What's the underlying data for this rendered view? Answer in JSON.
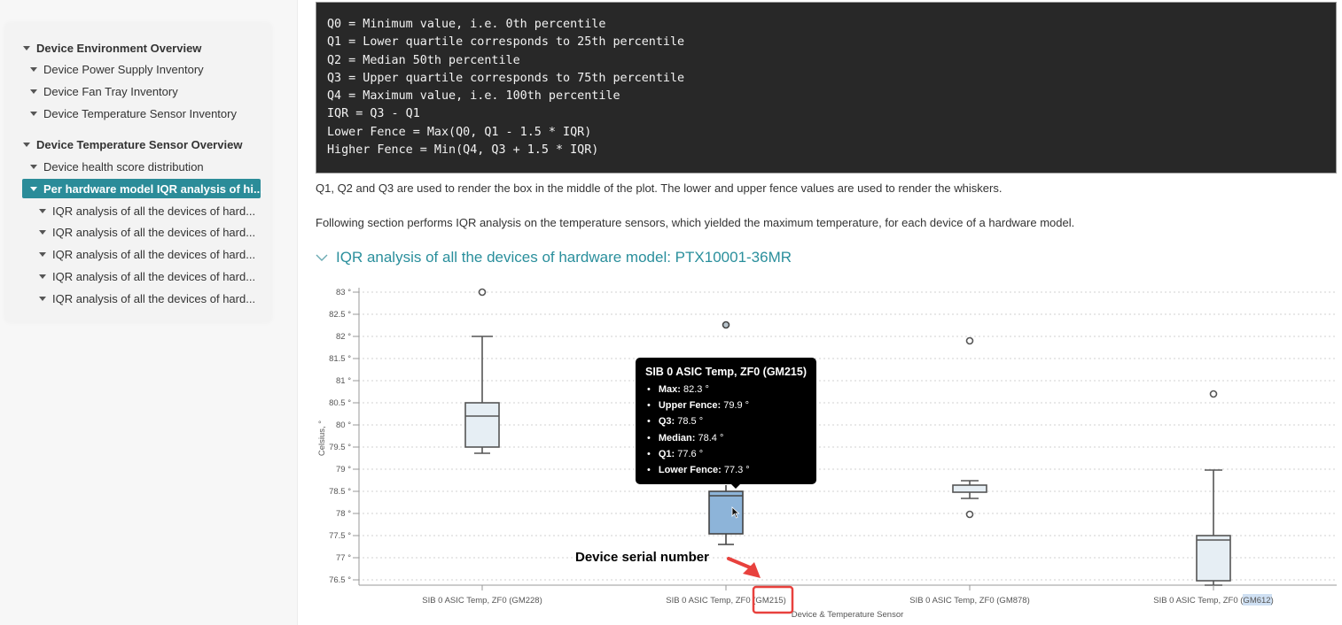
{
  "sidebar": {
    "items": [
      {
        "label": "Device Environment Overview",
        "level": 0
      },
      {
        "label": "Device Power Supply Inventory",
        "level": 1
      },
      {
        "label": "Device Fan Tray Inventory",
        "level": 1
      },
      {
        "label": "Device Temperature Sensor Inventory",
        "level": 1
      },
      {
        "label": "Device Temperature Sensor Overview",
        "level": 0
      },
      {
        "label": "Device health score distribution",
        "level": 1
      },
      {
        "label": "Per hardware model IQR analysis of hi...",
        "level": 1,
        "active": true
      },
      {
        "label": "IQR analysis of all the devices of hard...",
        "level": 2
      },
      {
        "label": "IQR analysis of all the devices of hard...",
        "level": 2
      },
      {
        "label": "IQR analysis of all the devices of hard...",
        "level": 2
      },
      {
        "label": "IQR analysis of all the devices of hard...",
        "level": 2
      },
      {
        "label": "IQR analysis of all the devices of hard...",
        "level": 2
      }
    ],
    "active_color": "#2b8c99"
  },
  "code": {
    "lines": [
      "Q0 = Minimum value, i.e. 0th percentile",
      "Q1 = Lower quartile corresponds to 25th percentile",
      "Q2 = Median 50th percentile",
      "Q3 = Upper quartile corresponds to 75th percentile",
      "Q4 = Maximum value, i.e. 100th percentile",
      "IQR = Q3 - Q1",
      "Lower Fence = Max(Q0, Q1 - 1.5 * IQR)",
      "Higher Fence = Min(Q4, Q3 + 1.5 * IQR)"
    ]
  },
  "paragraphs": {
    "p1": "Q1, Q2 and Q3 are used to render the box in the middle of the plot. The lower and upper fence values are used to render the whiskers.",
    "p2": "Following section performs IQR analysis on the temperature sensors, which yielded the maximum temperature, for each device of a hardware model."
  },
  "section": {
    "title": "IQR analysis of all the devices of hardware model: PTX10001-36MR",
    "color": "#2a8f9c"
  },
  "chart_data": {
    "type": "box",
    "title": "",
    "xlabel": "Device & Temperature Sensor",
    "ylabel": "Celsius, °",
    "ylim": [
      76.5,
      83
    ],
    "yticks": [
      "76.5 °",
      "77 °",
      "77.5 °",
      "78 °",
      "78.5 °",
      "79 °",
      "79.5 °",
      "80 °",
      "80.5 °",
      "81 °",
      "81.5 °",
      "82 °",
      "82.5 °",
      "83 °"
    ],
    "grid": "dotted horizontal",
    "categories": [
      "SIB 0 ASIC Temp, ZF0 (GM228)",
      "SIB 0 ASIC Temp, ZF0 (GM215)",
      "SIB 0 ASIC Temp, ZF0 (GM878)",
      "SIB 0 ASIC Temp, ZF0 (GM612)"
    ],
    "boxes": [
      {
        "lower_fence": 79.35,
        "q1": 79.5,
        "median": 80.2,
        "q3": 80.5,
        "upper_fence": 82.0,
        "outliers": [
          83.0
        ],
        "highlight": false
      },
      {
        "lower_fence": 77.3,
        "q1": 77.6,
        "median": 78.4,
        "q3": 78.5,
        "upper_fence": 79.9,
        "max": 82.3,
        "outliers": [
          82.3
        ],
        "highlight": true
      },
      {
        "lower_fence": 78.35,
        "q1": 78.45,
        "median": 78.55,
        "q3": 78.6,
        "upper_fence": 78.75,
        "outliers": [
          81.9,
          78.0
        ],
        "highlight": false
      },
      {
        "lower_fence": 76.4,
        "q1": 76.5,
        "median": 77.4,
        "q3": 77.5,
        "upper_fence": 79.0,
        "outliers": [
          80.7
        ],
        "highlight": false
      }
    ],
    "colors": {
      "box_fill": "#e6eef4",
      "box_highlight": "#8db4d9",
      "stroke": "#555555"
    }
  },
  "tooltip": {
    "title": "SIB 0 ASIC Temp, ZF0 (GM215)",
    "rows": [
      {
        "label": "Max:",
        "value": "82.3 °"
      },
      {
        "label": "Upper Fence:",
        "value": "79.9 °"
      },
      {
        "label": "Q3:",
        "value": "78.5 °"
      },
      {
        "label": "Median:",
        "value": "78.4 °"
      },
      {
        "label": "Q1:",
        "value": "77.6 °"
      },
      {
        "label": "Lower Fence:",
        "value": "77.3 °"
      }
    ]
  },
  "annotation": {
    "text": "Device serial number",
    "color": "#e8413d"
  }
}
